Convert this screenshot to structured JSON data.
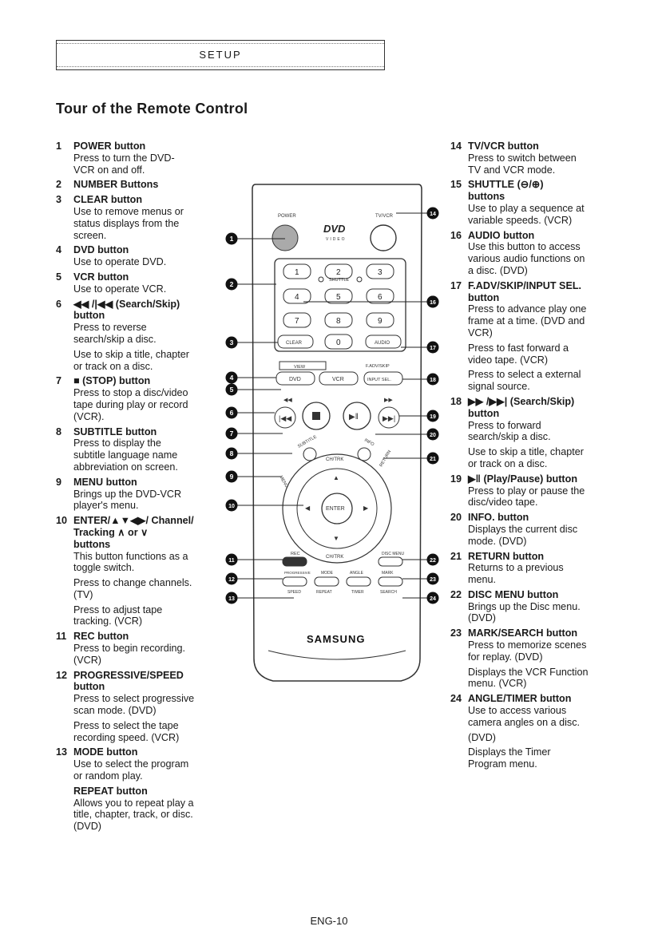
{
  "header": {
    "section_title": "SETUP"
  },
  "page_title": "Tour of the Remote Control",
  "items_left": [
    {
      "num": "1",
      "heading": [
        "POWER button"
      ],
      "desc": [
        "Press to turn the DVD-",
        "VCR on and off."
      ]
    },
    {
      "num": "2",
      "heading": [
        "NUMBER Buttons"
      ],
      "desc": []
    },
    {
      "num": "3",
      "heading": [
        "CLEAR button"
      ],
      "desc": [
        "Use to remove menus or",
        "status displays from the",
        "screen."
      ]
    },
    {
      "num": "4",
      "heading": [
        "DVD button"
      ],
      "desc": [
        "Use to operate DVD."
      ]
    },
    {
      "num": "5",
      "heading": [
        "VCR button"
      ],
      "desc": [
        "Use to operate VCR."
      ]
    },
    {
      "num": "6",
      "heading": [
        "◀◀ /|◀◀ (Search/Skip)",
        "button"
      ],
      "desc": [
        "Press to reverse",
        "search/skip a disc."
      ],
      "extra": [
        [
          "Use to skip a title, chapter",
          "or track on a disc."
        ]
      ]
    },
    {
      "num": "7",
      "heading": [
        "■ (STOP) button"
      ],
      "desc": [
        "Press to stop a disc/video",
        "tape during play or record",
        "(VCR)."
      ]
    },
    {
      "num": "8",
      "heading": [
        "SUBTITLE button"
      ],
      "desc": [
        "Press to display the",
        "subtitle language name",
        "abbreviation on screen."
      ]
    },
    {
      "num": "9",
      "heading": [
        "MENU button"
      ],
      "desc": [
        "Brings up the DVD-VCR",
        "player's menu."
      ]
    },
    {
      "num": "10",
      "heading": [
        "ENTER/▲▼◀▶/ Channel/",
        "Tracking ∧ or ∨",
        "buttons"
      ],
      "desc": [
        "This button functions as a",
        "toggle switch."
      ],
      "extra": [
        [
          "Press to change channels.",
          "(TV)"
        ],
        [
          "Press to adjust tape",
          "tracking. (VCR)"
        ]
      ]
    },
    {
      "num": "11",
      "heading": [
        "REC button"
      ],
      "desc": [
        "Press to begin recording.",
        "(VCR)"
      ]
    },
    {
      "num": "12",
      "heading": [
        "PROGRESSIVE/SPEED",
        "button"
      ],
      "desc": [
        "Press to select progressive",
        "scan mode. (DVD)"
      ],
      "extra": [
        [
          "Press to select the tape",
          "recording speed. (VCR)"
        ]
      ]
    },
    {
      "num": "13",
      "heading": [
        "MODE button"
      ],
      "desc": [
        "Use to select the program",
        "or random play."
      ],
      "extra": []
    },
    {
      "num": "",
      "heading": [
        "REPEAT button"
      ],
      "desc": [
        "Allows you to repeat play a",
        "title, chapter, track, or disc.",
        "(DVD)"
      ]
    }
  ],
  "items_right": [
    {
      "num": "14",
      "heading": [
        "TV/VCR button"
      ],
      "desc": [
        "Press to switch between",
        "TV and VCR mode."
      ]
    },
    {
      "num": "15",
      "heading": [
        "SHUTTLE (⊖/⊕)",
        "buttons"
      ],
      "desc": [
        "Use to play a sequence at",
        "variable speeds. (VCR)"
      ]
    },
    {
      "num": "16",
      "heading": [
        "AUDIO button"
      ],
      "desc": [
        "Use this button to access",
        "various audio functions on",
        "a disc. (DVD)"
      ]
    },
    {
      "num": "17",
      "heading": [
        "F.ADV/SKIP/INPUT SEL.",
        "button"
      ],
      "desc": [
        "Press to advance play one",
        "frame at a time. (DVD and",
        "VCR)"
      ],
      "extra": [
        [
          "Press to fast forward a",
          "video tape. (VCR)"
        ],
        [
          "Press to select a external",
          "signal source."
        ]
      ]
    },
    {
      "num": "18",
      "heading": [
        "▶▶ /▶▶| (Search/Skip)",
        "button"
      ],
      "desc": [
        "Press to forward",
        "search/skip a disc."
      ],
      "extra": [
        [
          "Use to skip a title, chapter",
          "or track on a disc."
        ]
      ]
    },
    {
      "num": "19",
      "heading": [
        "▶‖ (Play/Pause) button"
      ],
      "desc": [
        "Press to play or pause the",
        "disc/video tape."
      ]
    },
    {
      "num": "20",
      "heading": [
        "INFO. button"
      ],
      "desc": [
        "Displays the current disc",
        "mode. (DVD)"
      ]
    },
    {
      "num": "21",
      "heading": [
        "RETURN button"
      ],
      "desc": [
        "Returns to a previous",
        "menu."
      ]
    },
    {
      "num": "22",
      "heading": [
        "DISC MENU button"
      ],
      "desc": [
        "Brings up the Disc menu.",
        "(DVD)"
      ]
    },
    {
      "num": "23",
      "heading": [
        "MARK/SEARCH button"
      ],
      "desc": [
        "Press to memorize scenes",
        "for replay. (DVD)"
      ],
      "extra": [
        [
          "Displays the VCR Function",
          "menu. (VCR)"
        ]
      ]
    },
    {
      "num": "24",
      "heading": [
        "ANGLE/TIMER button"
      ],
      "desc": [
        "Use to access various",
        "camera angles on a disc."
      ],
      "extra": [
        [
          "(DVD)"
        ],
        [
          "Displays the Timer",
          "Program menu."
        ]
      ]
    }
  ],
  "remote": {
    "power": "POWER",
    "tvvcr": "TV/VCR",
    "dvd_logo": "DVD",
    "dvd_sub": "VIDEO",
    "keys": [
      "1",
      "2",
      "3",
      "4",
      "5",
      "6",
      "7",
      "8",
      "9",
      "0"
    ],
    "shuttle": "SHUTTLE",
    "clear": "CLEAR",
    "audio": "AUDIO",
    "fadv": "F.ADV/SKIP",
    "view": "VIEW",
    "dvd": "DVD",
    "vcr": "VCR",
    "input_sel": "INPUT SEL.",
    "subtitle": "SUBTITLE",
    "info": "INFO",
    "menu": "MENU",
    "return": "RETURN",
    "ch_top": "CH/TRK",
    "ch_bottom": "CH/TRK",
    "enter": "ENTER",
    "rec": "REC",
    "disc_menu": "DISC MENU",
    "progressive": "PROGRESSIVE",
    "mode": "MODE",
    "angle": "ANGLE",
    "mark": "MARK",
    "speed": "SPEED",
    "repeat": "REPEAT",
    "timer": "TIMER",
    "search": "SEARCH",
    "brand": "SAMSUNG",
    "callouts_left": [
      "1",
      "2",
      "3",
      "4",
      "5",
      "6",
      "7",
      "8",
      "9",
      "10",
      "11",
      "12",
      "13"
    ],
    "callouts_right": [
      "14",
      "15",
      "16",
      "17",
      "18",
      "19",
      "20",
      "21",
      "22",
      "23",
      "24"
    ]
  },
  "footer": {
    "page_number": "ENG-10"
  }
}
